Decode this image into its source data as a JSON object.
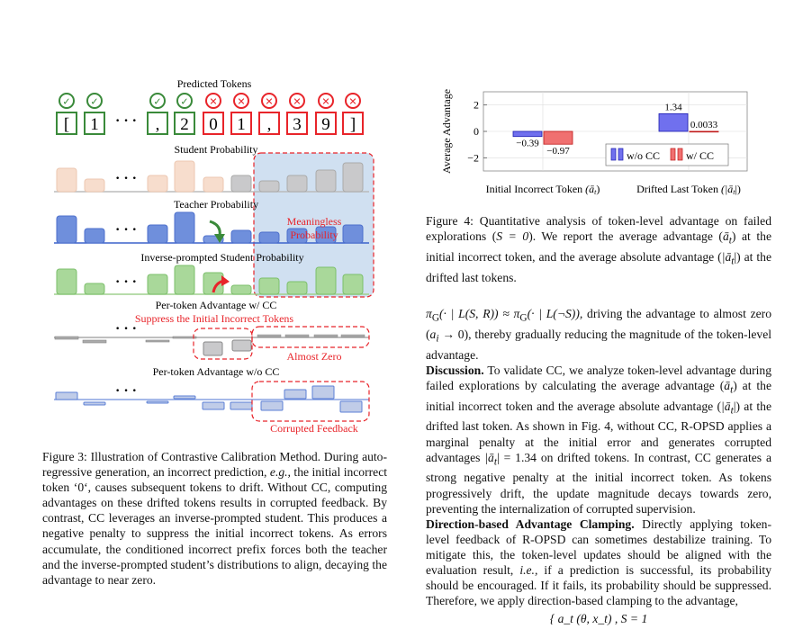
{
  "figure3": {
    "labels": {
      "predicted_tokens": "Predicted Tokens",
      "student_probability": "Student Probability",
      "teacher_probability": "Teacher Probability",
      "inverse_probability": "Inverse-prompted Student Probability",
      "adv_with_cc": "Per-token Advantage w/ CC",
      "adv_without_cc": "Per-token Advantage w/o CC",
      "meaningless": "Meaningless",
      "probability_word": "Probability",
      "suppress": "Suppress the Initial Incorrect Tokens",
      "almost_zero": "Almost Zero",
      "corrupted": "Corrupted Feedback",
      "ellipsis": "· · ·"
    },
    "tokens": [
      "[",
      "1",
      "...",
      ",",
      "2",
      "0",
      "1",
      ",",
      "3",
      "9",
      "]"
    ],
    "token_correct": [
      true,
      true,
      null,
      true,
      true,
      false,
      false,
      false,
      false,
      false,
      false
    ],
    "check_symbol": "✓",
    "cross_symbol": "✕",
    "colors": {
      "correct": "#3a8a3a",
      "wrong": "#e8242a",
      "student": "#f7ddcd",
      "teacher": "#5b7fd6",
      "inverse": "#9fd08e",
      "shade": "#aac7e6"
    }
  },
  "figure4": {
    "chart_data": {
      "type": "bar",
      "categories": [
        "Initial Incorrect Token (ā_t)",
        "Drifted Last Token (|ā_t|)"
      ],
      "series": [
        {
          "name": "w/o CC",
          "values": [
            -0.39,
            1.34
          ],
          "labels": [
            "−0.39",
            "1.34"
          ],
          "color": "#7070ee"
        },
        {
          "name": "w/ CC",
          "values": [
            -0.97,
            0.0033
          ],
          "labels": [
            "−0.97",
            "0.0033"
          ],
          "color": "#f07070"
        }
      ],
      "ylabel": "Average Advantage",
      "ylim": [
        -3,
        3
      ],
      "yticks": [
        2,
        0,
        -2
      ],
      "ytick_labels": [
        "2",
        "0",
        "−2"
      ],
      "grid": true,
      "legend": "bottom-right",
      "cat_label_1": "Initial Incorrect Token",
      "cat_label_1_math": "(ā",
      "cat_label_1_sub": "t",
      "cat_label_1_end": ")",
      "cat_label_2": "Drifted Last Token",
      "cat_label_2_math": "(|ā",
      "cat_label_2_sub": "t",
      "cat_label_2_end": "|)"
    }
  },
  "caption3": {
    "lead": "Figure 3: Illustration of Contrastive Calibration Method. During auto-regressive generation, an incorrect prediction,",
    "eg": "e.g.,",
    "rest": "the initial incorrect token ‘0‘, causes subsequent tokens to drift. Without CC, computing advantages on these drifted tokens results in corrupted feedback. By contrast, CC leverages an inverse-prompted student. This produces a negative penalty to suppress the initial incorrect tokens. As errors accumulate, the conditioned incorrect prefix forces both the teacher and the inverse-prompted student’s distributions to align, decaying the advantage to near zero."
  },
  "caption4": {
    "p1": "Figure 4: Quantitative analysis of token-level advantage on failed explorations (",
    "s0": "S = 0",
    "p2": "). We report the average advantage (",
    "at1": "ā",
    "p3": ") at the initial incorrect token, and the average absolute advantage (",
    "at2": "|ā",
    "p4": "|) at the drifted last tokens."
  },
  "body": {
    "eq1": "π",
    "eq1_sub": "G",
    "eq1_rest": "(· | L(S, R)) ≈ π",
    "eq1_sub2": "G",
    "eq1_rest2": "(· | L(¬S)),",
    "para1_a": "driving the advantage to almost zero (",
    "para1_ai": "a",
    "para1_ai_sub": "i",
    "para1_arrow": " → 0",
    "para1_b": "), thereby gradually reducing the magnitude of the token-level advantage.",
    "disc_head": "Discussion.",
    "disc_1": "To validate CC, we analyze token-level advantage during failed explorations by calculating the average advantage (",
    "disc_at": "ā",
    "disc_2": ") at the initial incorrect token and the average absolute advantage (",
    "disc_at2": "|ā",
    "disc_3": "|) at the drifted last token. As shown in Fig. 4, without CC, R-OPSD applies a marginal penalty at the initial error and generates corrupted advantages ",
    "disc_val": "|ā",
    "disc_val_end": "| = 1.34",
    "disc_4": " on drifted tokens. In contrast, CC generates a strong negative penalty at the initial incorrect token. As tokens progressively drift, the update magnitude decays towards zero, preventing the internalization of corrupted supervision.",
    "dir_head": "Direction-based Advantage Clamping.",
    "dir_1": "Directly applying token-level feedback of R-OPSD can sometimes destabilize training. To mitigate this, the token-level updates should be aligned with the evaluation result,",
    "dir_ie": "i.e.,",
    "dir_2": "if a prediction is successful, its probability should be encouraged. If it fails, its probability should be suppressed. Therefore, we apply direction-based clamping to the advantage,",
    "eq2": "{ a_t (θ, x_t) ,   S = 1"
  }
}
